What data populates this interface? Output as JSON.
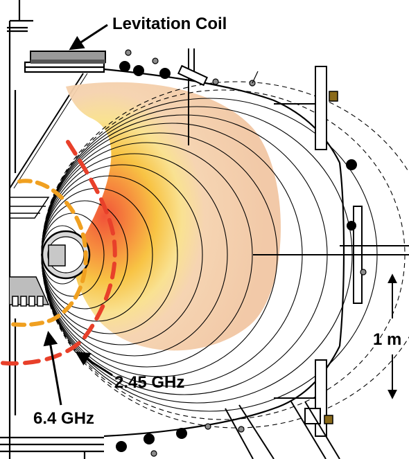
{
  "labels": {
    "levitation_coil": "Levitation Coil",
    "freq_245": "2.45 GHz",
    "freq_64": "6.4 GHz",
    "scale": "1 m"
  },
  "colors": {
    "resonance_245": "#e8402a",
    "resonance_64": "#f0a020",
    "plasma_core": "#f04a2e",
    "plasma_mid": "#f7c03a",
    "plasma_outer": "#f3c9a4",
    "port_marker": "#8a6a1a"
  },
  "icons": {
    "scale_arrow": "double-headed-vertical-arrow",
    "pointer_arrow": "callout-arrow"
  }
}
